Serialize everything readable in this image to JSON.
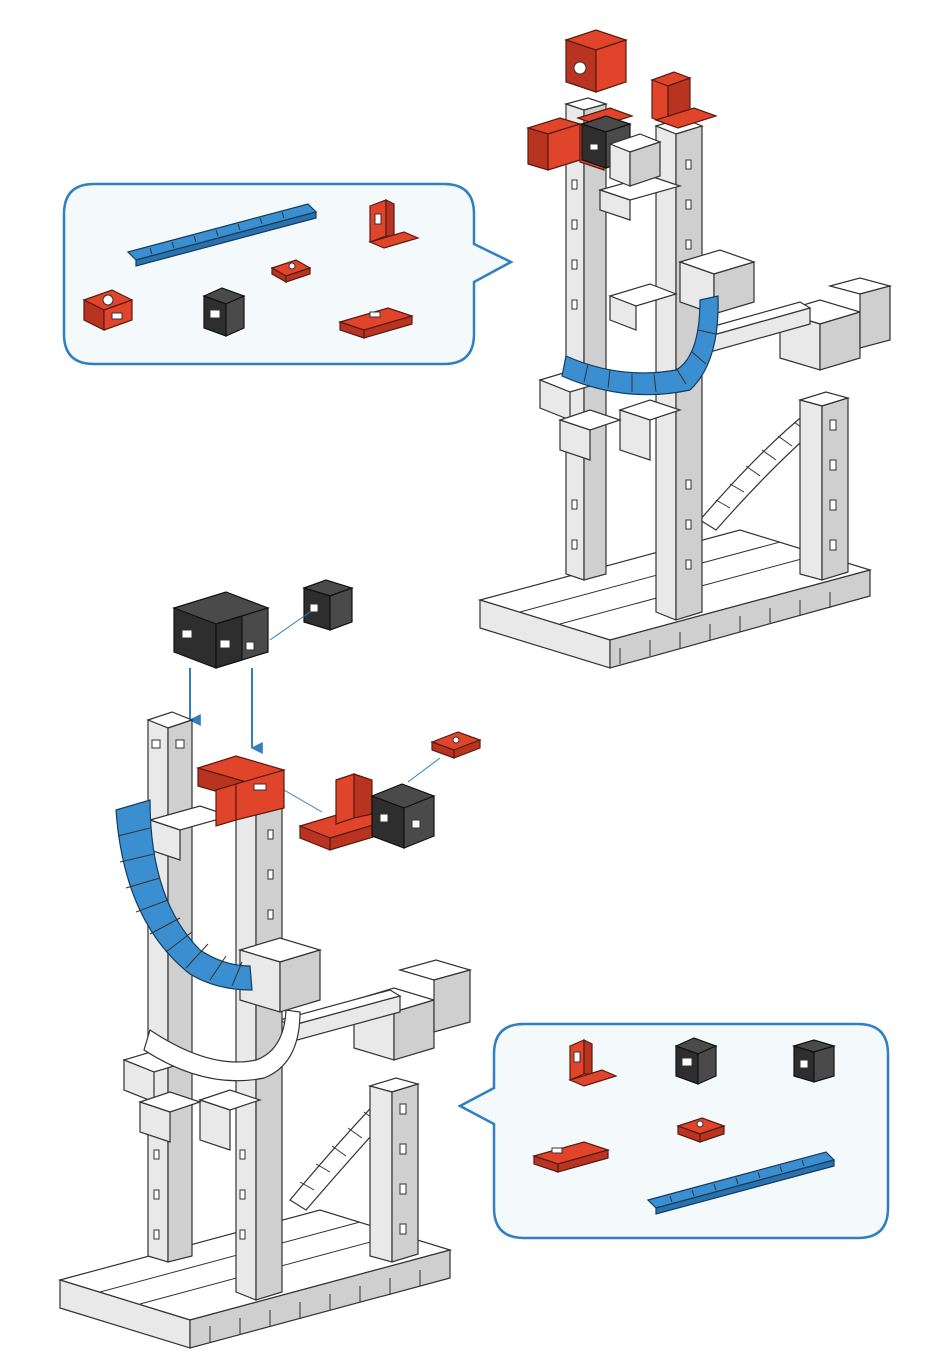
{
  "figure": {
    "colors": {
      "callout_border": "#2f7fc1",
      "callout_fill": "#f4f9fc",
      "red_part": "#e0452c",
      "blue_part": "#3b8fd0",
      "black_part": "#4a4a4a",
      "white_part": "#ffffff"
    },
    "step1": {
      "callout_parts": [
        "blue-track-rail",
        "red-angle-bracket",
        "red-flat-plate-small",
        "red-building-block",
        "black-cube-block",
        "red-flat-plate-long"
      ]
    },
    "step2": {
      "callout_parts": [
        "red-angle-bracket",
        "black-cube-block",
        "black-cube-block",
        "red-flat-plate-long",
        "red-flat-plate-small",
        "blue-track-rail"
      ]
    }
  }
}
